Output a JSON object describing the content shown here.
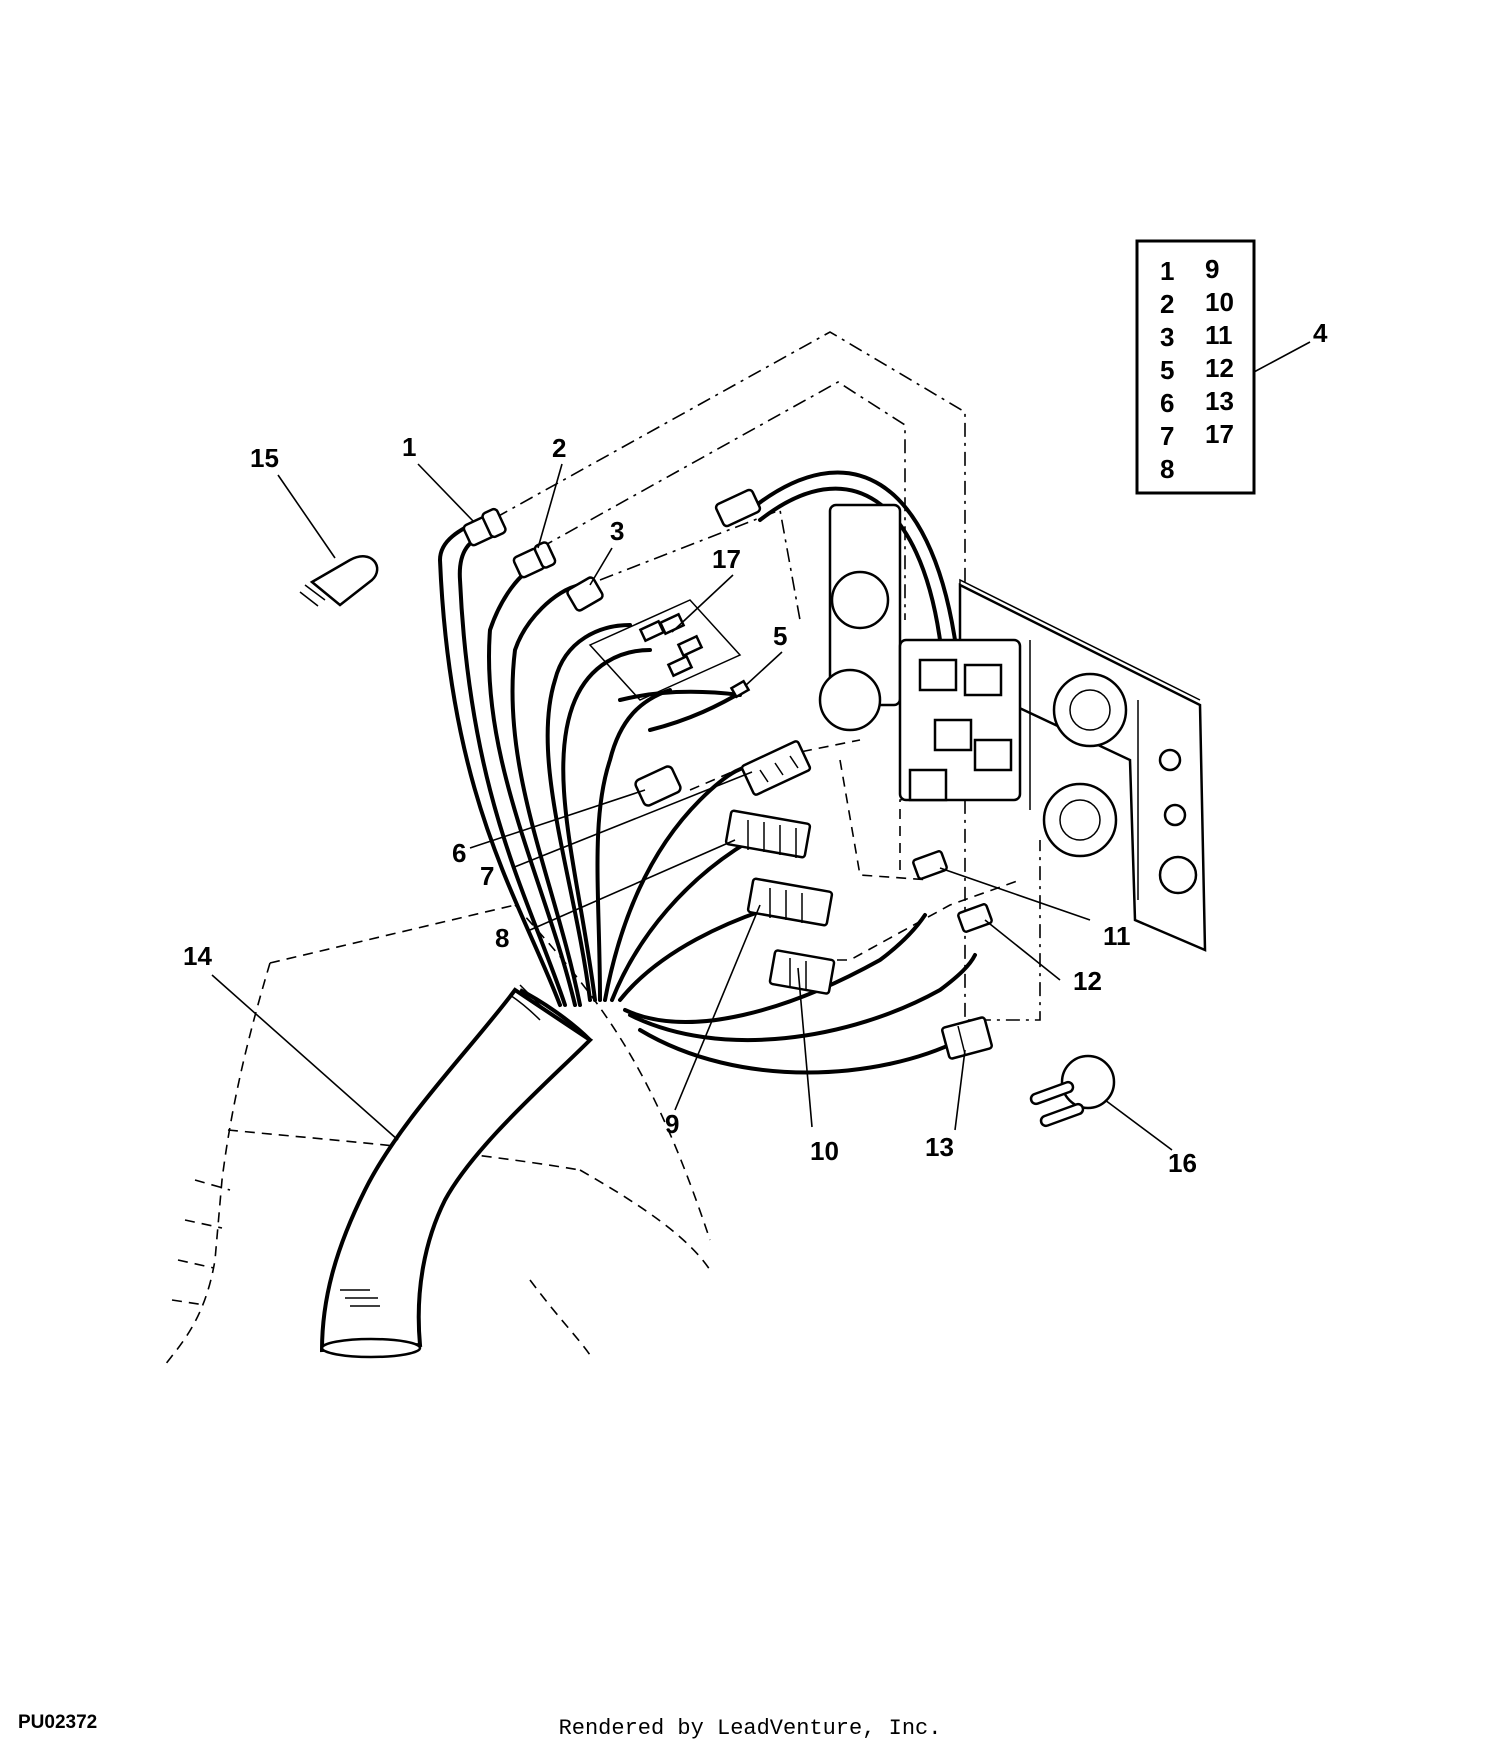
{
  "figure_code": "PU02372",
  "credit": "Rendered by LeadVenture, Inc.",
  "kit": {
    "ref": "4",
    "left_column": [
      "1",
      "2",
      "3",
      "5",
      "6",
      "7",
      "8"
    ],
    "right_column": [
      "9",
      "10",
      "11",
      "12",
      "13",
      "17"
    ]
  },
  "callouts": {
    "c1": "1",
    "c2": "2",
    "c3": "3",
    "c4": "4",
    "c5": "5",
    "c6": "6",
    "c7": "7",
    "c8": "8",
    "c9": "9",
    "c10": "10",
    "c11": "11",
    "c12": "12",
    "c13": "13",
    "c14": "14",
    "c15": "15",
    "c16": "16",
    "c17": "17"
  }
}
